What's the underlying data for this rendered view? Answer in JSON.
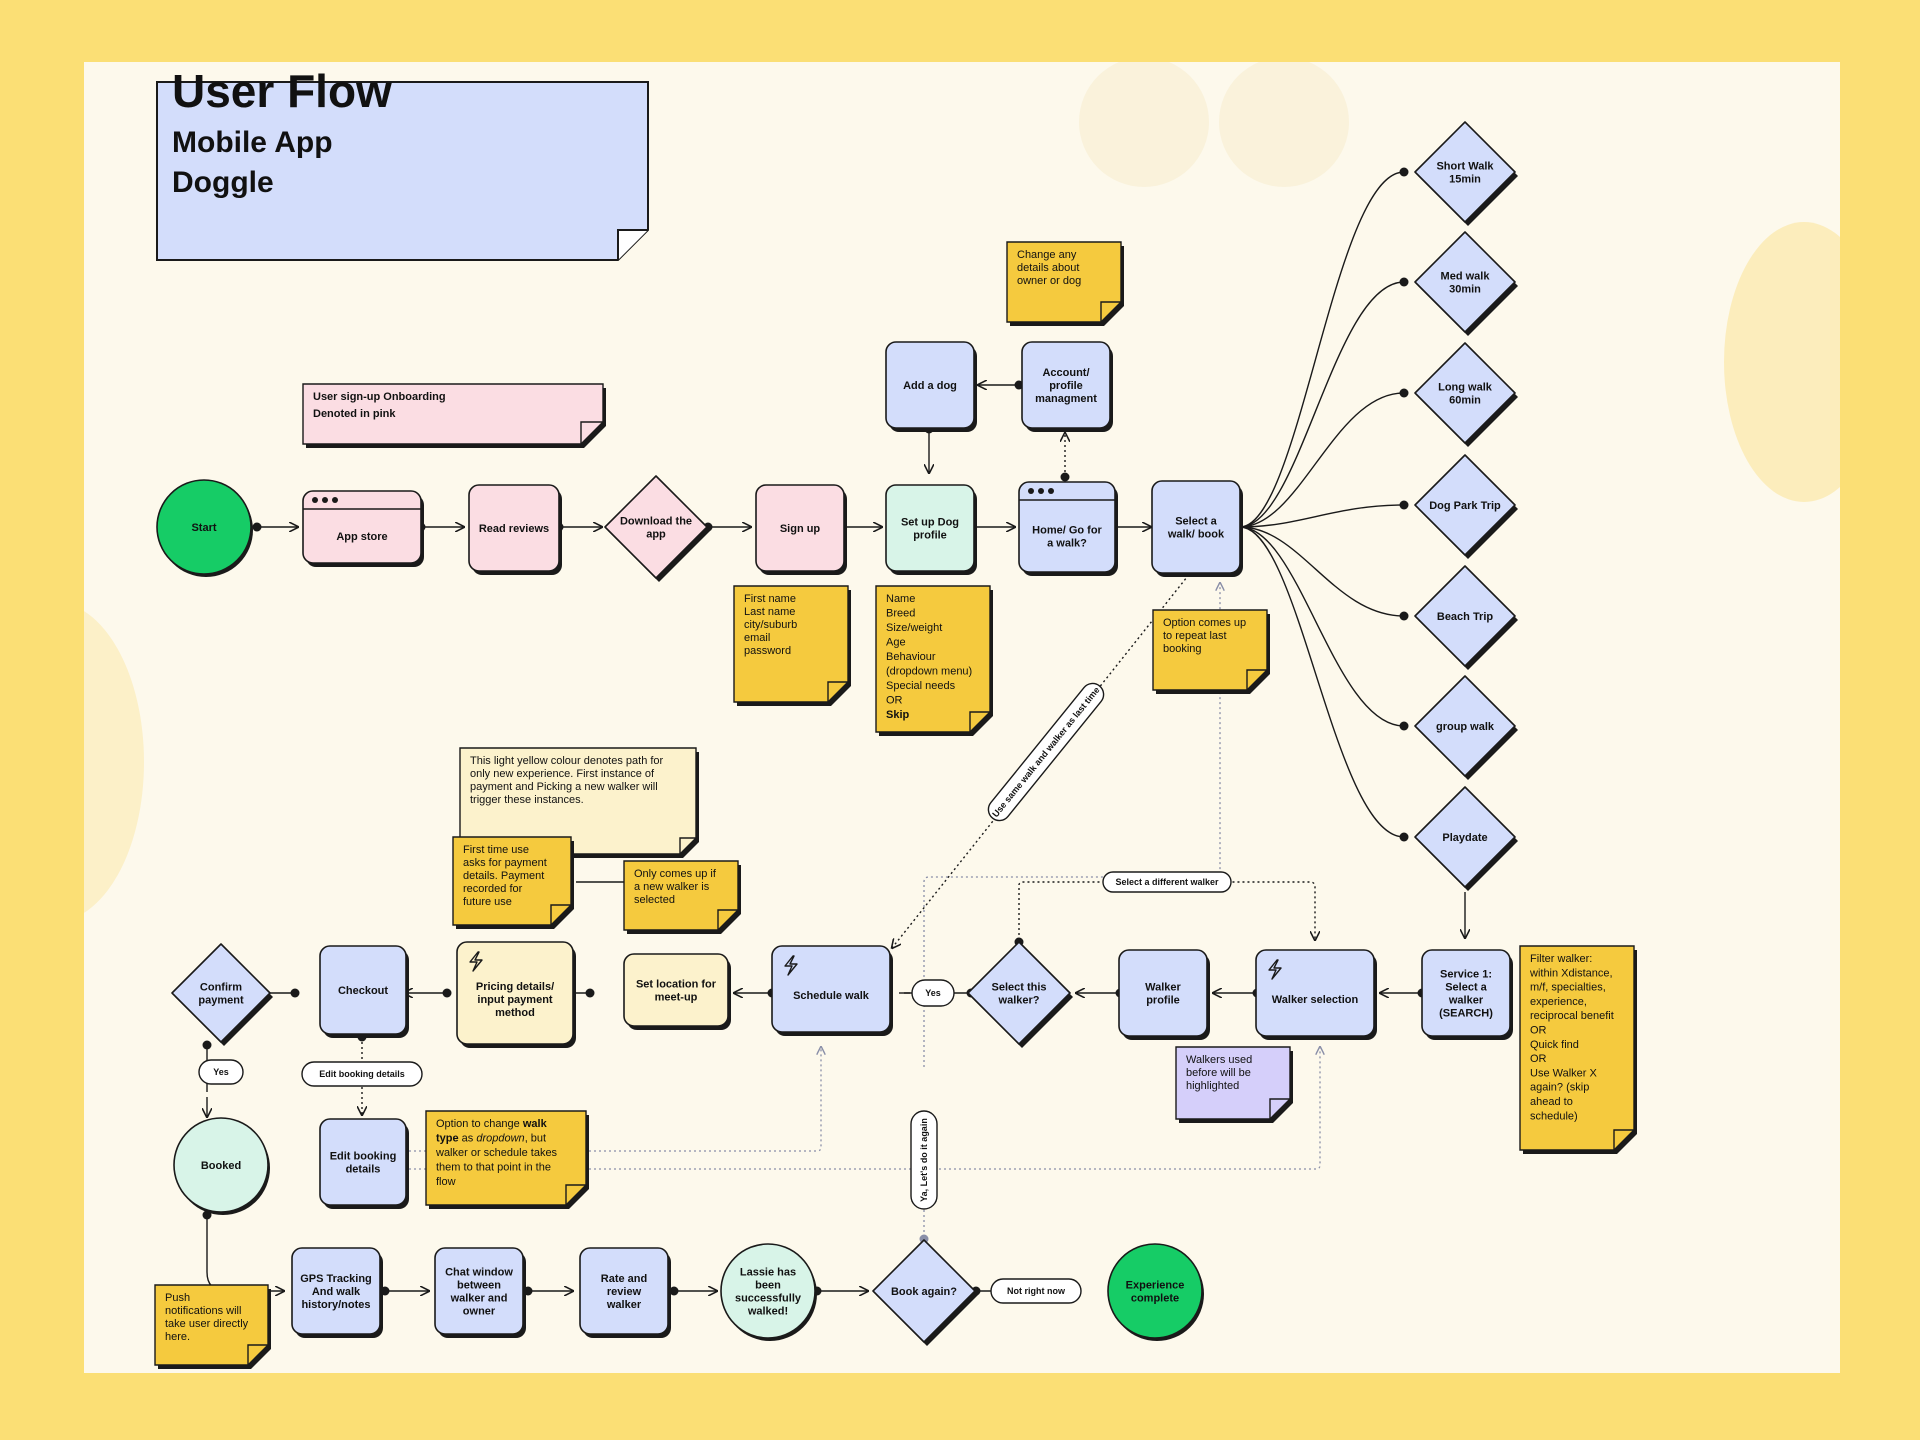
{
  "title": {
    "main": "User Flow",
    "line2": "Mobile App",
    "line3": "Doggle"
  },
  "legend_note": "User sign-up Onboarding\nDenoted in pink",
  "colors": {
    "pink": "#FBDDE3",
    "green": "#D8F4E8",
    "blue": "#D3DDFB",
    "light_yellow": "#FCF2CC",
    "yellow": "#F5CA3E",
    "purple": "#D5CFFA",
    "start_green": "#16CC66",
    "outline": "#1A1A1A",
    "page": "#FBDF75",
    "board": "#FDF9EC"
  },
  "nodes": {
    "start": "Start",
    "app_store": "App store",
    "read_reviews": "Read reviews",
    "download_app": "Download the\napp",
    "sign_up": "Sign up",
    "setup_dog": "Set up Dog\nprofile",
    "home": "Home/ Go for\na walk?",
    "select_walk": "Select a\nwalk/ book",
    "add_dog": "Add a dog",
    "account": "Account/\nprofile\nmanagment",
    "short_walk": "Short Walk\n15min",
    "med_walk": "Med walk\n30min",
    "long_walk": "Long walk\n60min",
    "dog_park": "Dog Park Trip",
    "beach": "Beach Trip",
    "group_walk": "group walk",
    "playdate": "Playdate",
    "service1": "Service 1:\nSelect a\nwalker\n(SEARCH)",
    "walker_selection": "Walker selection",
    "walker_profile": "Walker\nprofile",
    "select_this_walker": "Select this\nwalker?",
    "schedule_walk": "Schedule walk",
    "set_location": "Set location for\nmeet-up",
    "pricing": "Pricing details/\ninput payment\nmethod",
    "checkout": "Checkout",
    "confirm_payment": "Confirm\npayment",
    "booked": "Booked",
    "edit_booking": "Edit booking\ndetails",
    "gps": "GPS Tracking\nAnd walk\nhistory/notes",
    "chat": "Chat window\nbetween\nwalker and\nowner",
    "rate": "Rate and\nreview\nwalker",
    "lassie": "Lassie has\nbeen\nsuccessfully\nwalked!",
    "book_again": "Book again?",
    "experience_complete": "Experience\ncomplete"
  },
  "notes": {
    "signup_fields": "First name\nLast name\ncity/suburb\nemail\npassword",
    "dog_fields": [
      "Name",
      "Breed",
      "Size/weight",
      "Age",
      "Behaviour",
      "(dropdown menu)",
      "Special needs",
      "OR",
      "Skip"
    ],
    "change_details": "Change any\ndetails about\nowner or dog",
    "repeat_booking": "Option comes up\nto repeat last\nbooking",
    "light_yellow_info": "This light yellow colour denotes path for\nonly new experience. First instance of\npayment and Picking a new walker will\ntrigger these instances.",
    "first_time_use": "First time use\nasks for payment\ndetails. Payment\nrecorded for\nfuture use",
    "only_new_walker": "Only comes up if\na new walker is\nselected",
    "walkers_used": "Walkers used\nbefore will be\nhighlighted",
    "filter_walker": "Filter walker:\nwithin Xdistance,\nm/f, specialties,\nexperience,\nreciprocal benefit\nOR\nQuick find\nOR\nUse Walker X\nagain? (skip\nahead to\nschedule)",
    "change_walk_type": [
      [
        {
          "t": "Option to change "
        },
        {
          "t": "walk",
          "b": true
        }
      ],
      [
        {
          "t": "type",
          "b": true
        },
        {
          "t": " as "
        },
        {
          "t": "dropdown",
          "i": true
        },
        {
          "t": ", but"
        }
      ],
      [
        {
          "t": "walker or schedule takes"
        }
      ],
      [
        {
          "t": "them to that point in the"
        }
      ],
      [
        {
          "t": "flow"
        }
      ]
    ],
    "push_notifications": "Push\nnotifications will\ntake user directly\nhere."
  },
  "pills": {
    "use_same": "Use same walk and walker as last time",
    "select_different": "Select a different walker",
    "yes_walker": "Yes",
    "yes_payment": "Yes",
    "edit_booking_pill": "Edit booking details",
    "lets_do_again": "Ya, Let's do it again",
    "not_right_now": "Not right now"
  }
}
